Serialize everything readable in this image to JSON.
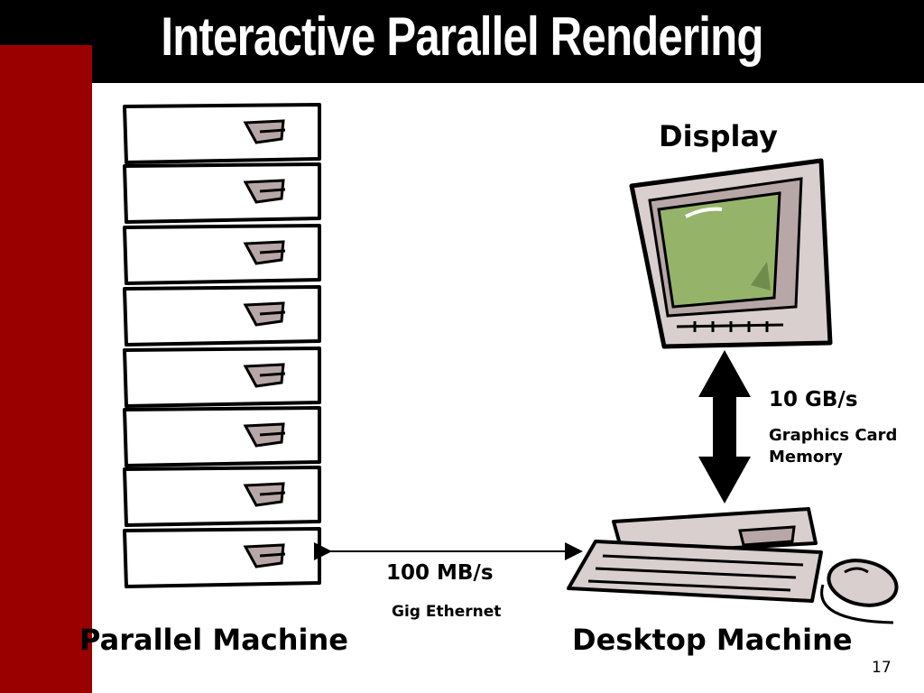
{
  "slide": {
    "title": "Interactive Parallel Rendering",
    "page_number": "17"
  },
  "labels": {
    "display": "Display",
    "display_bandwidth": "10 GB/s",
    "display_link_line1": "Graphics Card",
    "display_link_line2": "Memory",
    "network_bandwidth": "100 MB/s",
    "network_link": "Gig Ethernet",
    "parallel_machine": "Parallel Machine",
    "desktop_machine": "Desktop Machine"
  },
  "colors": {
    "accent_red": "#9b0000",
    "screen_green": "#95b46a",
    "case_gray": "#b8a7a7"
  },
  "icons": [
    "server-unit-icon",
    "crt-monitor-icon",
    "desktop-computer-icon",
    "mouse-icon"
  ]
}
